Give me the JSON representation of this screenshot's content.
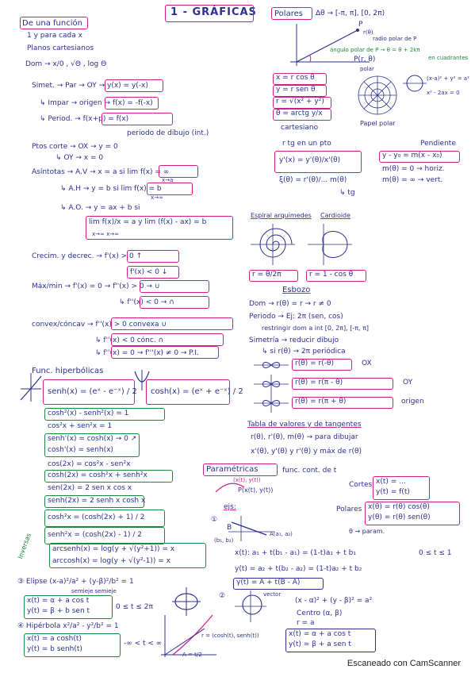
{
  "header": {
    "title": "1 - GRÁFICAS",
    "de_una_funcion": "De una función",
    "y_para_cada_x": "1 y para cada x",
    "planos_cartesianos": "Planos cartesianos"
  },
  "left": {
    "dom": "Dom → x/0 , √Θ , log Θ",
    "simet": "Simet. → Par → OY → y(x) = y(-x)",
    "impar": "↳ Impar → origen → f(x) = -f(-x)",
    "period": "↳ Period. → f(x+p) = f(x)",
    "periodo_note": "periodo de dibujo (int.)",
    "ptos_corte": "Ptos corte → OX → y = 0",
    "ptos_corte2": "↳ OY → x = 0",
    "asintotas": "Asíntotas → A.V → x = a si lim f(x) = ∞",
    "asintotas_lim": "x→a",
    "ah": "↳ A.H → y = b si lim f(x) = b",
    "ah_lim": "x→∞",
    "ao": "↳ A.O. → y = ax + b si",
    "ao_lim": "lim f(x)/x = a  y  lim (f(x) - ax) = b",
    "ao_lim2": "x→∞            x→∞",
    "crecim": "Crecim. y decrec. → f'(x) > 0 ↑",
    "decrec": "f'(x) < 0 ↓",
    "maxmin": "Máx/min → f'(x) = 0 → f''(x) > 0 → ∪",
    "max": "↳ f''(x) < 0 → ∩",
    "convex": "convex/cóncav → f''(x) > 0  convexa ∪",
    "concav": "↳ f''(x) < 0  cónc. ∩",
    "pi": "↳ f''(x) = 0 → f'''(x) ≠ 0 → P.I.",
    "func_hiper": "Func. hiperbólicas",
    "senh": "senh(x) = (eˣ - e⁻ˣ) / 2",
    "cosh": "cosh(x) = (eˣ + e⁻ˣ) / 2",
    "id1": "cosh²(x) - senh²(x) = 1",
    "id2": "cos²x + sen²x = 1",
    "id3": "senh'(x) = cosh(x) → 0 ↗",
    "id4": "cosh'(x) = senh(x)",
    "id5": "cos(2x) = cos²x - sen²x",
    "id6": "cosh(2x) = cosh²x + senh²x",
    "id7": "sen(2x) = 2 sen x cos x",
    "id8": "senh(2x) = 2 senh x cosh x",
    "id9": "cosh²x = (cosh(2x) + 1) / 2",
    "id10": "senh²x = (cosh(2x) - 1) / 2",
    "inv1": "arcsenh(x) = log(y + √(y²+1)) = x",
    "inv2": "arccosh(x) = log(y + √(y²-1)) = x",
    "inversas": "Inversas",
    "elipse": "③ Elipse  (x-a)²/a² + (y-β)²/b² = 1",
    "elipse_semi": "semieje    semieje",
    "elipse_p1": "x(t) = α + a cos t",
    "elipse_p2": "y(t) = β + b sen t",
    "elipse_t": "0 ≤ t ≤ 2π",
    "hiperbola": "④ Hipérbola  x²/a² - y²/b² = 1",
    "hip_p1": "x(t) = a cosh(t)",
    "hip_p2": "y(t) = b senh(t)",
    "hip_t": "-∞ < t < ∞"
  },
  "right": {
    "polares": "Polares",
    "polares_def": "Δθ → [-π, π], [0, 2π)",
    "polar_p": "P",
    "polar_r": "r(θ)",
    "polar_r_note": "radio polar de P",
    "polar_angle": "ángulo polar de P → θ = θ + 2kπ",
    "polar_p2": "P(r, θ)",
    "polar_polar": "polar",
    "polar_cuad": "en cuadrantes",
    "x_eq": "x = r cos θ",
    "y_eq": "y = r sen θ",
    "r_eq": "r = √(x² + y²)",
    "theta_eq": "θ = arctg y/x",
    "cartesiano": "cartesiano",
    "papel_polar": "Papel polar",
    "conv_note": "(x-a)² + y² = a²",
    "conv_note2": "x² - 2ax = 0",
    "rtg": "r tg en un pto",
    "pendiente": "Pendiente",
    "yprime": "y'(x) = y'(θ)/x'(θ)",
    "recta": "y - y₀ = m(x - x₀)",
    "m_theta": "m(θ) = 0 → horiz.",
    "m_inf": "m(θ) = ∞ → vert.",
    "tg_a": "ξ(θ) = r'(θ)/... m(θ)",
    "tg_b": "↳ tg",
    "espiral": "Espiral arquímedes",
    "cardioide": "Cardioide",
    "espiral_eq": "r = θ/2π",
    "cardioide_eq": "r = 1 - cos θ",
    "esbozo": "Esbozo",
    "dom_r": "Dom → r(θ) = r → r ≠ 0",
    "periodo_r": "Periodo → Ej: 2π (sen, cos)",
    "restrict": "restringir dom a int [0, 2π], [-π, π]",
    "simetria": "Simetría → reducir dibujo",
    "simetria2": "↳ si r(θ) → 2π periódica",
    "sym_ox": "r(θ) = r(-θ)",
    "sym_ox_lab": "OX",
    "sym_oy": "r(θ) = r(π - θ)",
    "sym_oy_lab": "OY",
    "sym_o": "r(θ) = r(π + θ)",
    "sym_o_lab": "origen",
    "tabla": "Tabla de valores y de tangentes",
    "tabla2": "r(θ), r'(θ), m(θ) → para dibujar",
    "tabla3": "x'(θ), y'(θ) y r'(θ)  y máx de r(θ)",
    "parametricas": "Paramétricas",
    "param_note": "func. cont. de t",
    "param_xy": "(x(t), y(t))",
    "param_pt": "P(x(t), y(t))",
    "corte_note": "Cortes",
    "cortes_x": "x(t) = ...",
    "cortes_y": "y(t) = f(t)",
    "polares_x": "x(θ) = r(θ) cos(θ)",
    "polares_y": "y(θ) = r(θ) sen(θ)",
    "polares_label": "Polares",
    "theta_param": "θ → param.",
    "ejs": "ejs:",
    "recta_pts": "A(a₁, a₂)",
    "recta_b": "B",
    "recta_b_pts": "(b₁, b₂)",
    "num1": "①",
    "recta_x": "x(t): a₁ + t(b₁ - a₁) = (1-t)a₁ + t b₁",
    "recta_t": "0 ≤ t ≤ 1",
    "recta_y": "y(t) = a₂ + t(b₂ - a₂) = (1-t)a₂ + t b₂",
    "recta_vec": "γ(t) = A + t(B - A)",
    "recta_vec_note": "vector",
    "circ_num": "②",
    "circ_eq": "(x - α)² + (y - β)² = a²",
    "circ_centro": "Centro (α, β)",
    "circ_r": "r = a",
    "circ_p1": "x(t) = α + a cos t",
    "circ_p2": "y(t) = β + a sen t",
    "hip_pt": "r = (cosh(t), senh(t))",
    "hip_angle": "A = t/2"
  },
  "footer": "Escaneado con CamScanner",
  "colors": {
    "ink_blue": "#2b2f8f",
    "ink_pink": "#d11c8a",
    "ink_green": "#1c8a3a"
  }
}
